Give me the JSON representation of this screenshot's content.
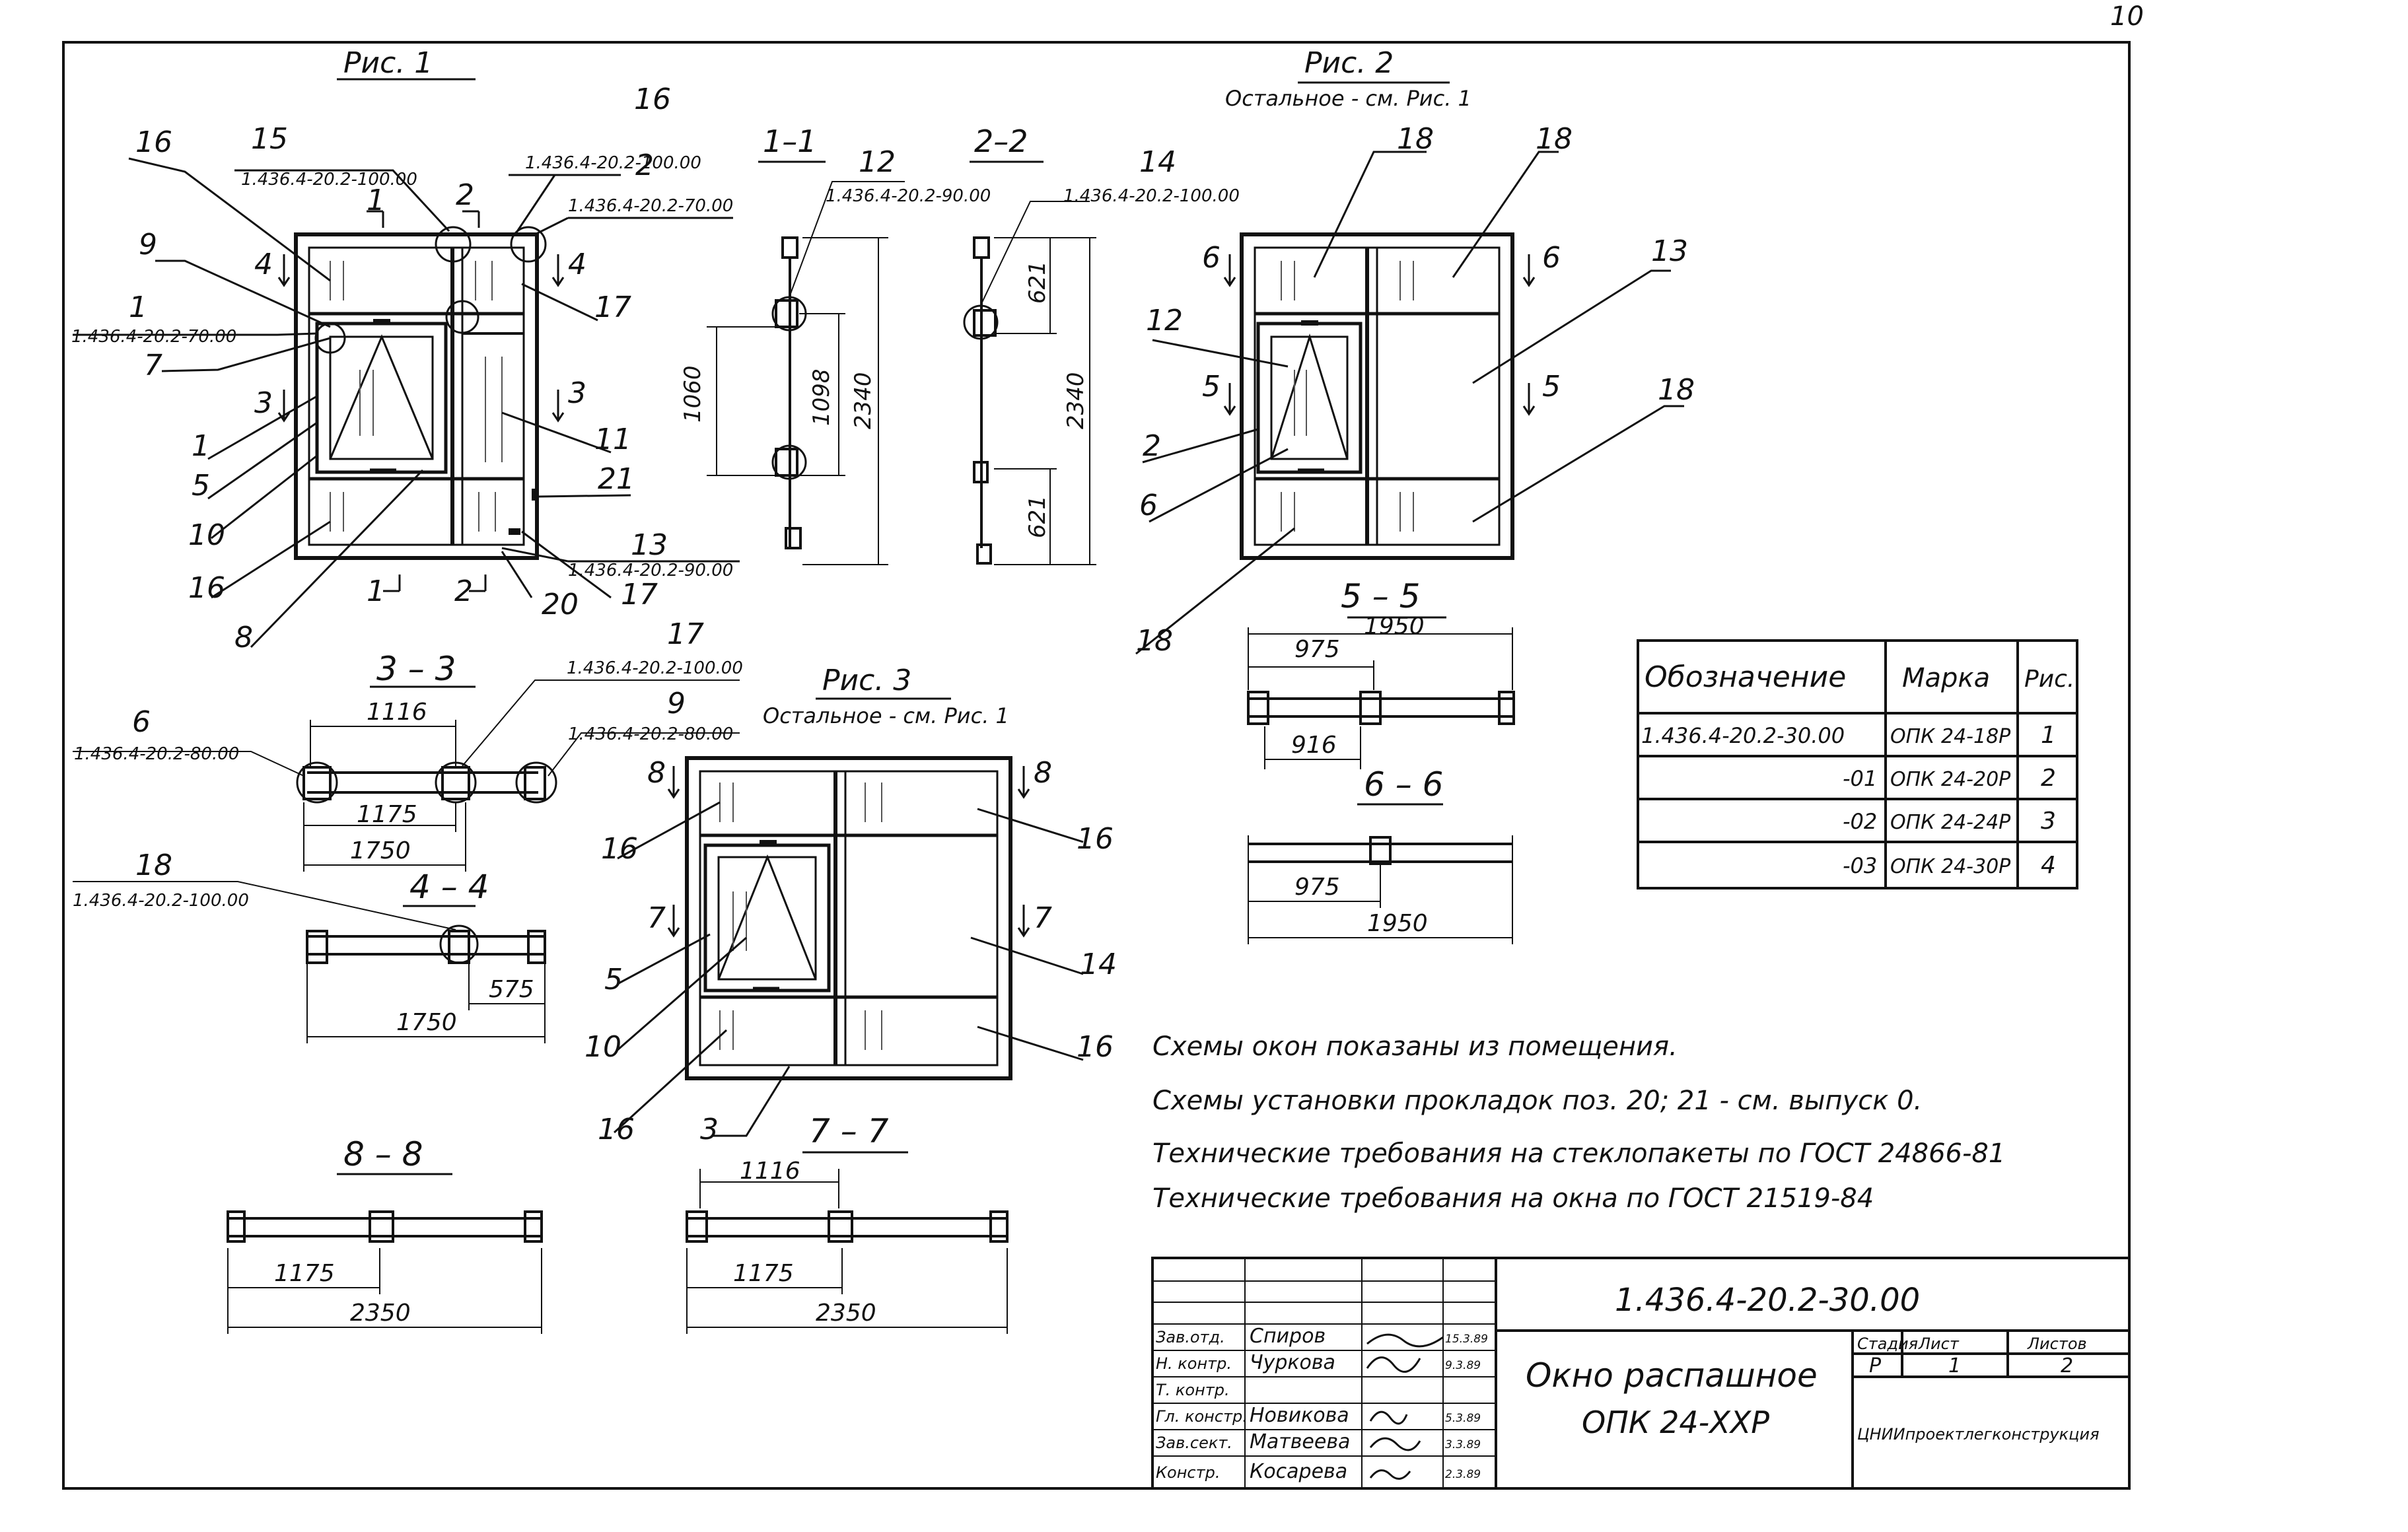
{
  "sheet_number": "10",
  "fig1": {
    "title": "Рис. 1",
    "callouts": {
      "c16a": "16",
      "c15": "15",
      "c15ref": "1.436.4-20.2-100.00",
      "c16b": "16",
      "c16bref": "1.436.4-20.2-100.00",
      "c2": "2",
      "c2ref": "1.436.4-20.2-70.00",
      "c9": "9",
      "c1": "1",
      "c1ref": "1.436.4-20.2-70.00",
      "c7": "7",
      "c1b": "1",
      "c5": "5",
      "c10": "10",
      "c16c": "16",
      "c8": "8",
      "c17": "17",
      "c11": "11",
      "c21": "21",
      "c13": "13",
      "c13ref": "1.436.4-20.2-90.00",
      "c17b": "17",
      "c20": "20"
    },
    "cuts": {
      "s1t": "1",
      "s2t": "2",
      "s1b": "1",
      "s2b": "2",
      "s4l": "4",
      "s4r": "4",
      "s3l": "3",
      "s3r": "3"
    }
  },
  "sec11": {
    "title": "1–1",
    "c12": "12",
    "c12ref": "1.436.4-20.2-90.00",
    "d1060": "1060",
    "d1098": "1098",
    "d2340": "2340"
  },
  "sec22": {
    "title": "2–2",
    "c14": "14",
    "c14ref": "1.436.4-20.2-100.00",
    "d621a": "621",
    "d2340": "2340",
    "d621b": "621"
  },
  "fig2": {
    "title": "Рис. 2",
    "subtitle": "Остальное - см. Рис. 1",
    "callouts": {
      "c18a": "18",
      "c18b": "18",
      "c13": "13",
      "c12": "12",
      "c2": "2",
      "c6": "6",
      "c18c": "18",
      "c18d": "18"
    },
    "cuts": {
      "s6l": "6",
      "s6r": "6",
      "s5l": "5",
      "s5r": "5"
    }
  },
  "sec33": {
    "title": "3 – 3",
    "c6": "6",
    "c6ref": "1.436.4-20.2-80.00",
    "c17": "17",
    "c17ref": "1.436.4-20.2-100.00",
    "c9": "9",
    "c9ref": "1.436.4-20.2-80.00",
    "d1116": "1116",
    "d1175": "1175",
    "d1750": "1750"
  },
  "sec44": {
    "title": "4 – 4",
    "c18": "18",
    "c18ref": "1.436.4-20.2-100.00",
    "d575": "575",
    "d1750": "1750"
  },
  "sec55": {
    "title": "5 – 5",
    "d1950": "1950",
    "d975": "975",
    "d916": "916"
  },
  "sec66": {
    "title": "6 – 6",
    "d975": "975",
    "d1950": "1950"
  },
  "fig3": {
    "title": "Рис. 3",
    "subtitle": "Остальное - см. Рис. 1",
    "callouts": {
      "c16a": "16",
      "c5": "5",
      "c10": "10",
      "c16b": "16",
      "c3": "3",
      "c16c": "16",
      "c14": "14",
      "c16d": "16"
    },
    "cuts": {
      "s8l": "8",
      "s8r": "8",
      "s7l": "7",
      "s7r": "7"
    }
  },
  "sec88": {
    "title": "8 – 8",
    "d1175": "1175",
    "d2350": "2350"
  },
  "sec77": {
    "title": "7 – 7",
    "d1116": "1116",
    "d1175": "1175",
    "d2350": "2350"
  },
  "spec_table": {
    "headers": [
      "Обозначение",
      "Марка",
      "Рис."
    ],
    "rows": [
      [
        "1.436.4-20.2-30.00",
        "ОПК 24-18Р",
        "1"
      ],
      [
        "-01",
        "ОПК 24-20Р",
        "2"
      ],
      [
        "-02",
        "ОПК 24-24Р",
        "3"
      ],
      [
        "-03",
        "ОПК 24-30Р",
        "4"
      ]
    ]
  },
  "notes": [
    "Схемы окон показаны из помещения.",
    "Схемы установки прокладок поз. 20; 21 - см. выпуск 0.",
    "Технические требования на стеклопакеты по ГОСТ 24866-81",
    "Технические требования на окна по ГОСТ 21519-84"
  ],
  "title_block": {
    "doc_code": "1.436.4-20.2-30.00",
    "name_line1": "Окно распашное",
    "name_line2": "ОПК 24-ХХР",
    "org": "ЦНИИпроектлегконструкция",
    "stage_header": "Стадия",
    "sheet_header": "Лист",
    "sheets_header": "Листов",
    "stage": "Р",
    "sheet": "1",
    "sheets": "2",
    "signatures": [
      {
        "role": "Зав.отд.",
        "name": "Спиров",
        "date": "15.3.89"
      },
      {
        "role": "Н. контр.",
        "name": "Чуркова",
        "date": "9.3.89"
      },
      {
        "role": "Т. контр.",
        "name": "",
        "date": ""
      },
      {
        "role": "Гл. констр.",
        "name": "Новикова",
        "date": "5.3.89"
      },
      {
        "role": "Зав.сект.",
        "name": "Матвеева",
        "date": "3.3.89"
      },
      {
        "role": "Констр.",
        "name": "Косарева",
        "date": "2.3.89"
      }
    ]
  }
}
